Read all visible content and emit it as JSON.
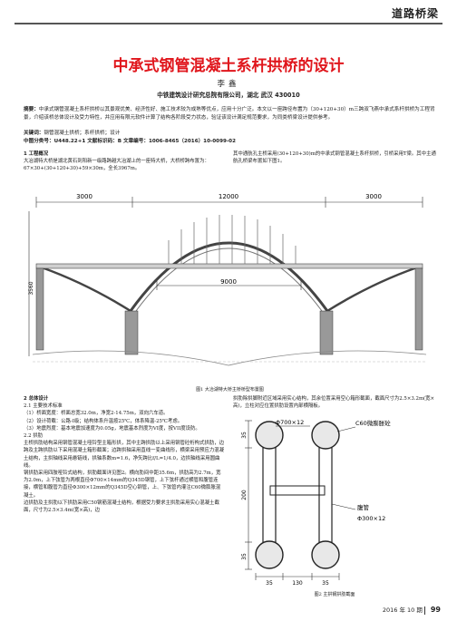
{
  "header": {
    "section_tag": "道路桥梁"
  },
  "article": {
    "title": "中承式钢管混凝土系杆拱桥的设计",
    "author": "李鑫",
    "affiliation": "中铁建筑设计研究总院有限公司，湖北 武汉 430010",
    "abstract_label": "摘要：",
    "abstract": "中承式钢管混凝土系杆拱桥以其景观优美、经济性好、施工技术较为成熟等优点，应用十分广泛。本文以一座跨径布置为（30+120+30）m三跨双飞燕中承式系杆拱桥为工程背景，介绍该桥总体设计及受力特性，并应用有限元软件计算了结构各阶段受力状态，验证该设计满足规范要求，为同类桥梁设计提供参考。",
    "keywords_label": "关键词：",
    "keywords": "钢管混凝土拱桥；系杆拱桥；设计",
    "classification": "中图分类号：U448.22+1   文献标识码：B   文章编号：1006-8465（2016）10-0099-02"
  },
  "body": {
    "sec1_title": "1 工程概况",
    "sec1_text": "大冶湖特大桥是湖北黄石到阳新一级路跨越大冶湖上的一座特大桥，大桥桥跨布置为：67×30+(30+120+30)+59×30m，全长3967m。",
    "sec1_text_right": "其中通航孔主桥采用(30+120+30)m的中承式钢管混凝土系杆拱桥，引桥采用T梁。其中主通航孔桥梁布置如下图1。",
    "sec2_title": "2 总体设计",
    "sec21_title": "2.1 主要技术标准",
    "sec21_item1": "（1）桥面宽度：桥面总宽32.0m，净宽2-14.75m，双向六车道。",
    "sec21_item2": "（2）设计荷载：公路-I级；结构体系升温按25℃，体系降温-25℃考虑。",
    "sec21_item3": "（3）地震烈度：基本地震加速度为0.05g，地震基本烈度为VI度，按VII度设防。",
    "sec22_title": "2.2 拱肋",
    "sec22_p1": "主桥拱肋结构采用钢管混凝土哑铃型主箱形拱，其中主跨拱肋以上采用钢管砼桁构式拱肋，边跨及主跨拱肋以下采用混凝土箱形截面；边跨拱轴采用直线一变曲线形，横梁采用预应力混凝土结构，主拱轴线采用悬链线，拱轴系数m=1.6，净矢跨比f/L=1/4.0，边拱轴线采用圆曲线。",
    "sec22_p2": "钢拱肋采用四肢哑铃式结构，拱肋截面详见图2。横向肋间中距35.6m，拱肋高为2.7m，宽为2.0m，上下弦管为两根直径Φ700×14mm的Q345D钢管，上下弦杆通过横管和腹管连接，横管和腹管为直径Φ300×12mm的Q345D空心钢管，上、下弦管内灌注C60微膨胀混凝土。",
    "sec22_p3": "边拱肋及主拱肋以下拱肋采用C50钢筋混凝土结构，根据受力要求主拱肋采用实心混凝土截面，尺寸为2.5×3.4m(宽×高)，边",
    "sec22_right": "拱肋除拱脚附近区域采用实心结构，其余位置采用空心箱形截面，截面尺寸为2.5×3.2m(宽×高)，立柱对应位置拱肋设置内部横隔板。"
  },
  "figure1": {
    "dim_left": "3000",
    "dim_mid": "12000",
    "dim_right": "3000",
    "dim_inner": "9000",
    "dim_height": "3560",
    "caption": "图1 大冶湖特大桥主桥桥型布置图"
  },
  "figure2": {
    "label_top": "Φ700×12",
    "label_c60": "C60微膨胀砼",
    "label_belly": "腹管",
    "label_belly_size": "Φ300×12",
    "dim_top": "35",
    "dim_mid": "200",
    "dim_bot": "35",
    "dim_w_left": "35",
    "dim_w_mid": "130",
    "dim_w_right": "35",
    "caption": "图2 主拱钢拱肋截面"
  },
  "footer": {
    "issue": "2016 年 10 期",
    "page": "99"
  }
}
